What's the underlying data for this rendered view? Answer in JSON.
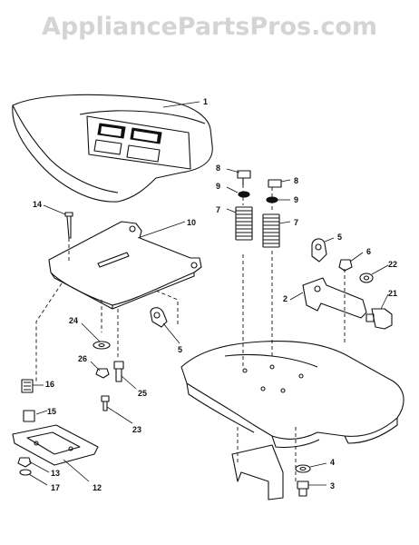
{
  "watermark": "AppliancePartsPros.com",
  "callouts": {
    "c1": "1",
    "c2": "2",
    "c3": "3",
    "c4": "4",
    "c5a": "5",
    "c5b": "5",
    "c6": "6",
    "c7a": "7",
    "c7b": "7",
    "c8a": "8",
    "c8b": "8",
    "c9a": "9",
    "c9b": "9",
    "c10": "10",
    "c12": "12",
    "c13": "13",
    "c14": "14",
    "c15": "15",
    "c16": "16",
    "c17": "17",
    "c21": "21",
    "c22": "22",
    "c23": "23",
    "c24": "24",
    "c25": "25",
    "c26": "26"
  }
}
